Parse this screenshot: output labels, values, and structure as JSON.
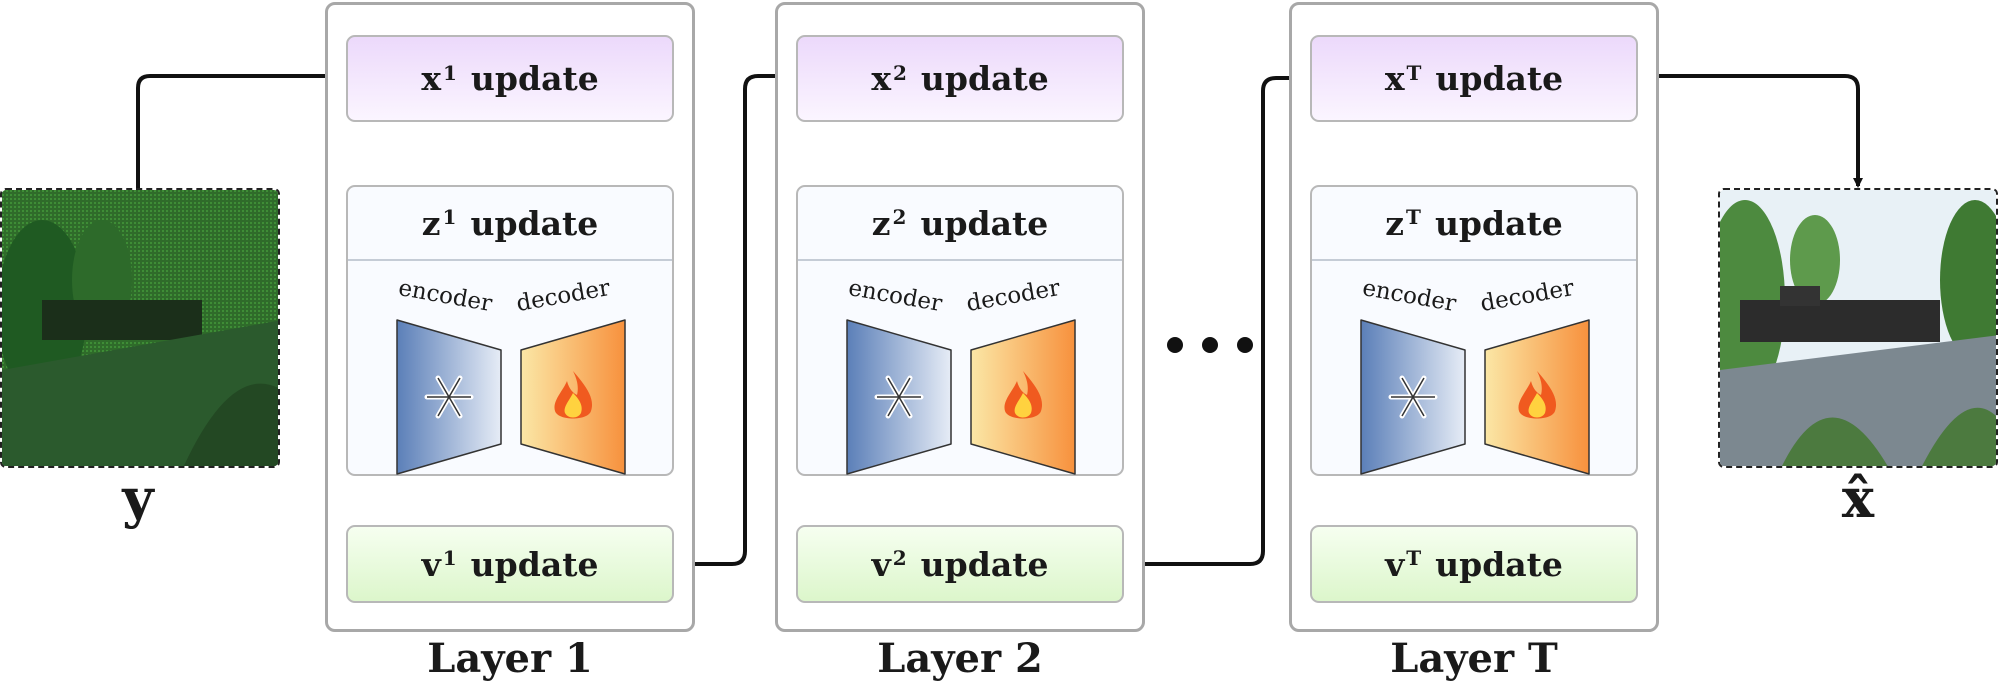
{
  "input": {
    "label": "y"
  },
  "output": {
    "label": "x̂"
  },
  "layers": [
    {
      "x_label": "x",
      "z_label": "z",
      "v_label": "v",
      "sup": "1",
      "update_word": "update",
      "encoder": "encoder",
      "decoder": "decoder",
      "title": "Layer 1"
    },
    {
      "x_label": "x",
      "z_label": "z",
      "v_label": "v",
      "sup": "2",
      "update_word": "update",
      "encoder": "encoder",
      "decoder": "decoder",
      "title": "Layer 2"
    },
    {
      "x_label": "x",
      "z_label": "z",
      "v_label": "v",
      "sup": "T",
      "update_word": "update",
      "encoder": "encoder",
      "decoder": "decoder",
      "title": "Layer T"
    }
  ],
  "icons": {
    "encoder": "snowflake-icon",
    "decoder": "fire-icon"
  },
  "colors": {
    "x_box": "#ecd9fb",
    "v_box": "#dcf6cb",
    "encoder_from": "#5b7fb8",
    "encoder_to": "#e6ecf6",
    "decoder_from": "#fbe7a6",
    "decoder_to": "#f7913d"
  }
}
